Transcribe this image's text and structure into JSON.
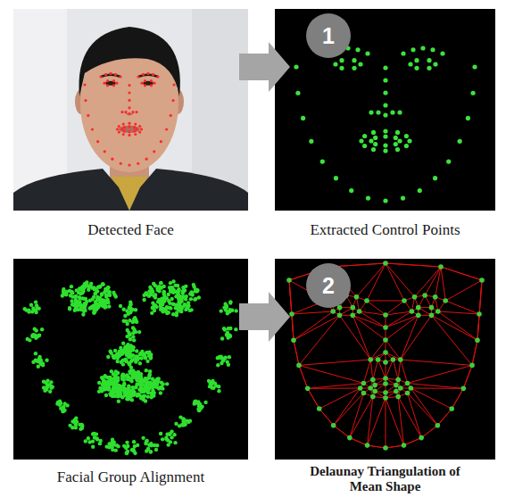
{
  "diagram": {
    "nodes": [
      {
        "text": [
          "Detected Face"
        ]
      },
      {
        "text": [
          "Extracted Control Points"
        ]
      },
      {
        "text": [
          "Facial Group Alignment"
        ]
      },
      {
        "text": [
          "Delaunay Triangulation of Mean Shape"
        ]
      }
    ],
    "edges": [
      {
        "from": 0,
        "to": 1,
        "arrow": "to",
        "label": "1"
      },
      {
        "from": 2,
        "to": 3,
        "arrow": "to",
        "label": "2"
      }
    ]
  }
}
